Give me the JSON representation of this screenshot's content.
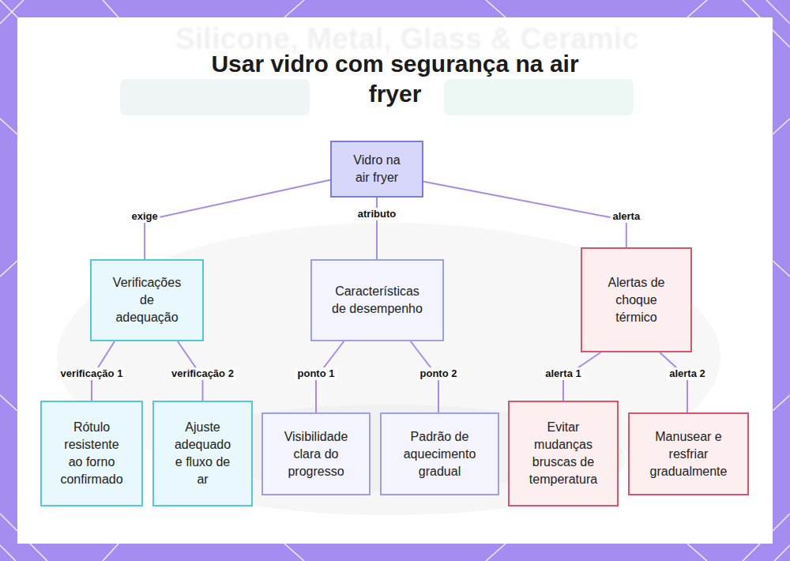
{
  "diagram": {
    "title": "Usar vidro com segurança na air fryer",
    "nodes": [
      {
        "text": [
          "Vidro na air fryer"
        ]
      },
      {
        "text": [
          "Verificações de adequação"
        ]
      },
      {
        "text": [
          "Características de desempenho"
        ]
      },
      {
        "text": [
          "Alertas de choque térmico"
        ]
      },
      {
        "text": [
          "Rótulo resistente ao forno confirmado"
        ]
      },
      {
        "text": [
          "Ajuste adequado e fluxo de ar"
        ]
      },
      {
        "text": [
          "Visibilidade clara do progresso"
        ]
      },
      {
        "text": [
          "Padrão de aquecimento gradual"
        ]
      },
      {
        "text": [
          "Evitar mudanças bruscas de temperatura"
        ]
      },
      {
        "text": [
          "Manusear e resfriar gradualmente"
        ]
      }
    ],
    "edges": [
      {
        "from": 0,
        "to": 1,
        "label": "exige",
        "arrow": "none"
      },
      {
        "from": 0,
        "to": 2,
        "label": "atributo",
        "arrow": "none"
      },
      {
        "from": 0,
        "to": 3,
        "label": "alerta",
        "arrow": "none"
      },
      {
        "from": 1,
        "to": 4,
        "label": "verificação 1",
        "arrow": "none"
      },
      {
        "from": 1,
        "to": 5,
        "label": "verificação 2",
        "arrow": "none"
      },
      {
        "from": 2,
        "to": 6,
        "label": "ponto 1",
        "arrow": "none"
      },
      {
        "from": 2,
        "to": 7,
        "label": "ponto 2",
        "arrow": "none"
      },
      {
        "from": 3,
        "to": 8,
        "label": "alerta 1",
        "arrow": "none"
      },
      {
        "from": 3,
        "to": 9,
        "label": "alerta 2",
        "arrow": "none"
      }
    ],
    "labels": [
      "Silicone, Metal, Glass & Ceramic"
    ]
  }
}
